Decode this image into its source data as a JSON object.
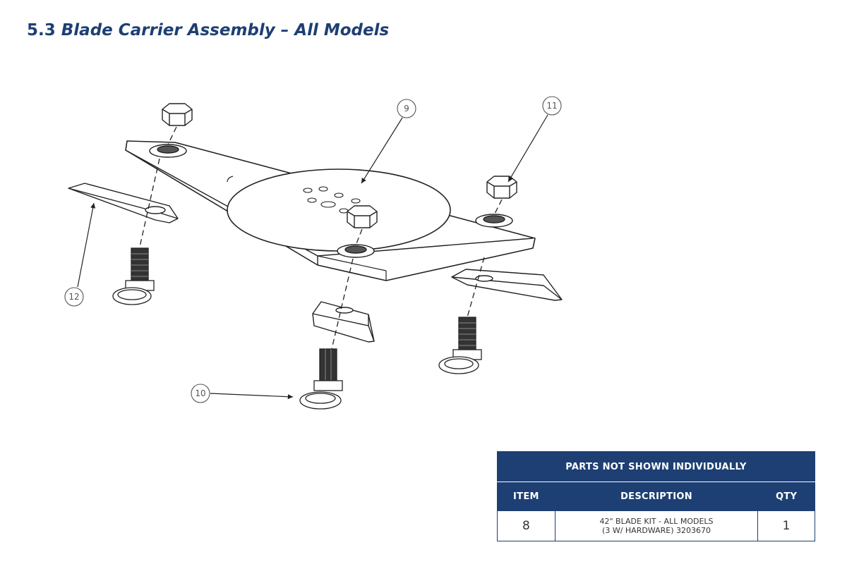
{
  "title": {
    "section": "5.3",
    "text": "Blade Carrier Assembly – All Models"
  },
  "callouts": {
    "c9": "9",
    "c10": "10",
    "c11": "11",
    "c12": "12"
  },
  "icons": [
    "hex-nut-icon",
    "washer-icon",
    "blade-bolt-icon",
    "blade-icon",
    "carrier-plate-icon"
  ],
  "colors": {
    "accent": "#1d3f73",
    "header_text": "#ffffff",
    "line": "#222222"
  },
  "parts_table": {
    "heading": "PARTS NOT SHOWN INDIVIDUALLY",
    "columns": {
      "item": "ITEM",
      "description": "DESCRIPTION",
      "qty": "QTY"
    },
    "rows": [
      {
        "item": "8",
        "description_line1": "42\" BLADE KIT - ALL MODELS",
        "description_line2": "(3 W/ HARDWARE) 3203670",
        "qty": "1"
      }
    ]
  }
}
